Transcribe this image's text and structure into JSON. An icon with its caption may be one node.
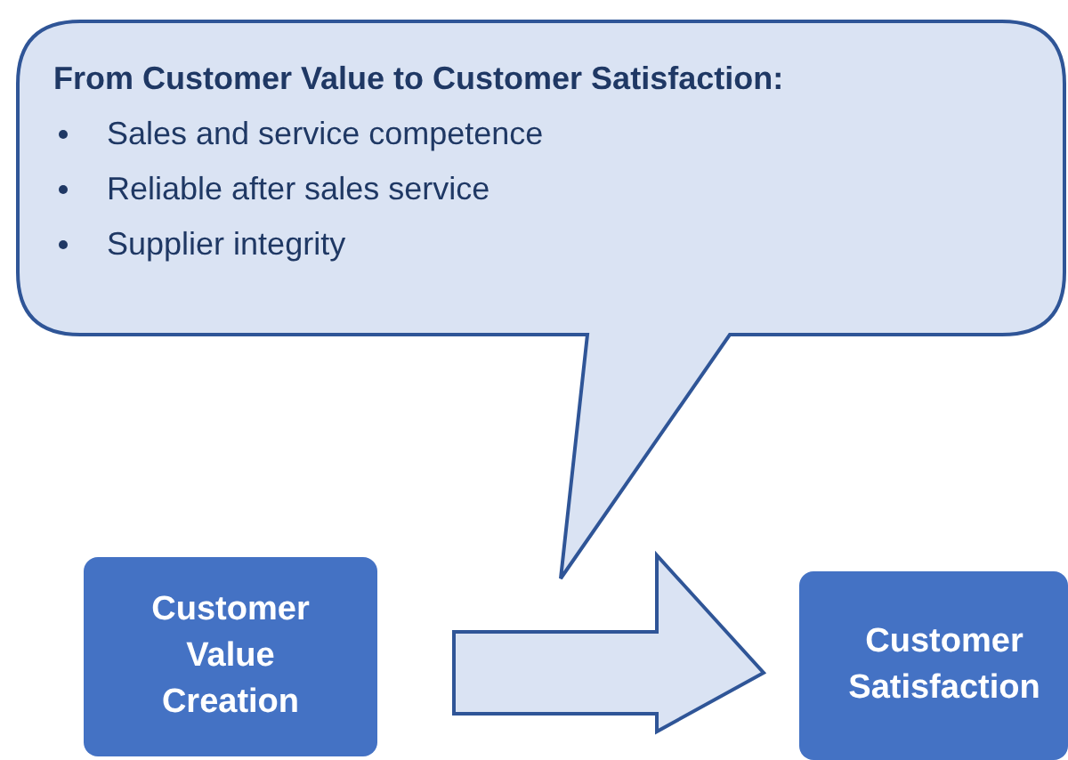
{
  "diagram": {
    "nodes": [
      {
        "text": [
          "From Customer Value to Customer Satisfaction:",
          "Sales and service competence",
          "Reliable after sales service",
          "Supplier integrity"
        ]
      },
      {
        "text": [
          "Customer Value Creation"
        ]
      },
      {
        "text": [
          "Customer Satisfaction"
        ]
      }
    ],
    "edges": [
      {
        "from": 1,
        "to": 2,
        "arrow": "to",
        "style": "thick"
      }
    ]
  }
}
